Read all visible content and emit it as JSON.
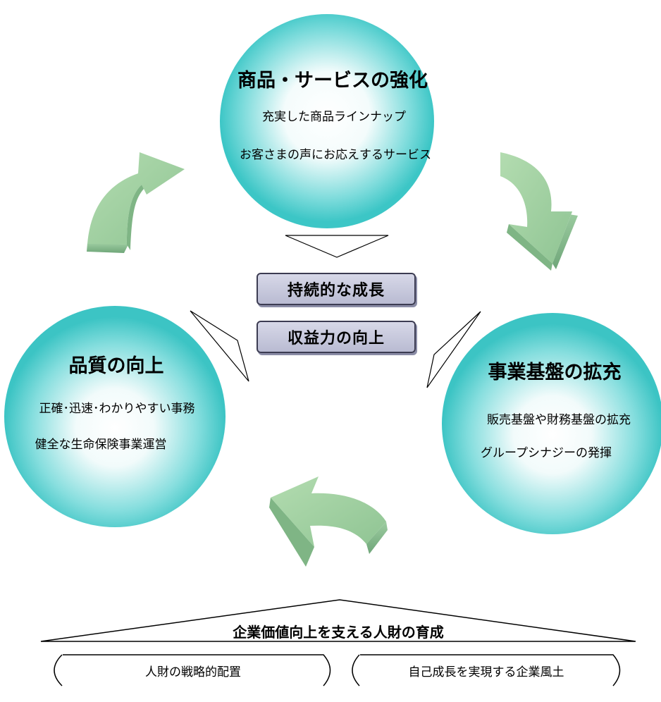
{
  "colors": {
    "circle_edge": "#3ec4c4",
    "circle_center": "#ffffff",
    "arrow_fill": "#9fcf9f",
    "arrow_side": "#7fb585",
    "center_box_fill": "#c6c8dc",
    "center_box_border": "#3c3c52"
  },
  "circles": {
    "top": {
      "title": "商品・サービスの強化",
      "lines": [
        "充実した商品ラインナップ",
        "お客さまの声にお応えするサービス"
      ]
    },
    "left": {
      "title": "品質の向上",
      "lines": [
        "正確･迅速･わかりやすい事務",
        "健全な生命保険事業運営"
      ]
    },
    "right": {
      "title": "事業基盤の拡充",
      "lines": [
        "販売基盤や財務基盤の拡充",
        "グループシナジーの発揮"
      ]
    }
  },
  "center": {
    "box1": "持続的な成長",
    "box2": "収益力の向上"
  },
  "foundation": {
    "title": "企業価値向上を支える人財の育成",
    "pill_left": "人財の戦略的配置",
    "pill_right": "自己成長を実現する企業風土"
  },
  "icons": [
    "curved-arrow-icon",
    "triangle-pointer-icon"
  ]
}
